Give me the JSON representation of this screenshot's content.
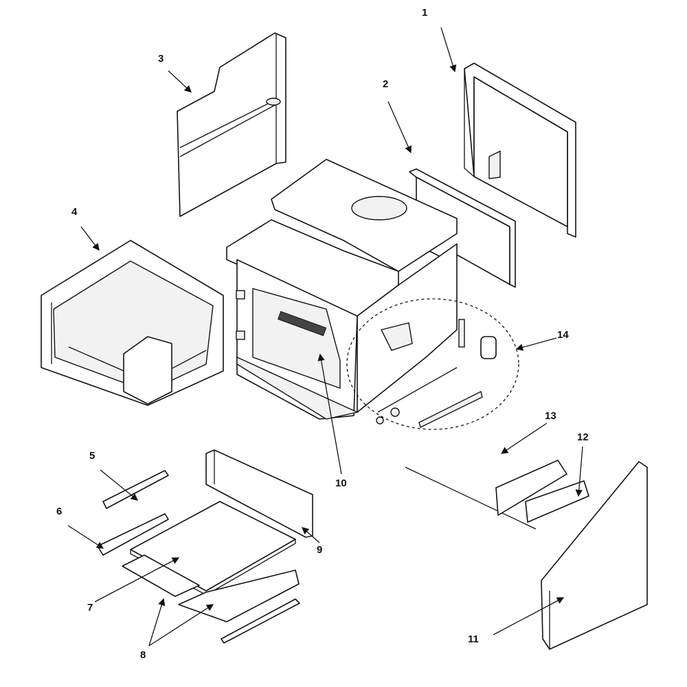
{
  "diagram": {
    "type": "exploded-parts-view",
    "callouts": [
      {
        "id": "1",
        "label": "1"
      },
      {
        "id": "2",
        "label": "2"
      },
      {
        "id": "3",
        "label": "3"
      },
      {
        "id": "4",
        "label": "4"
      },
      {
        "id": "5",
        "label": "5"
      },
      {
        "id": "6",
        "label": "6"
      },
      {
        "id": "7",
        "label": "7"
      },
      {
        "id": "8",
        "label": "8"
      },
      {
        "id": "9",
        "label": "9"
      },
      {
        "id": "10",
        "label": "10"
      },
      {
        "id": "11",
        "label": "11"
      },
      {
        "id": "12",
        "label": "12"
      },
      {
        "id": "13",
        "label": "13"
      },
      {
        "id": "14",
        "label": "14"
      }
    ]
  }
}
